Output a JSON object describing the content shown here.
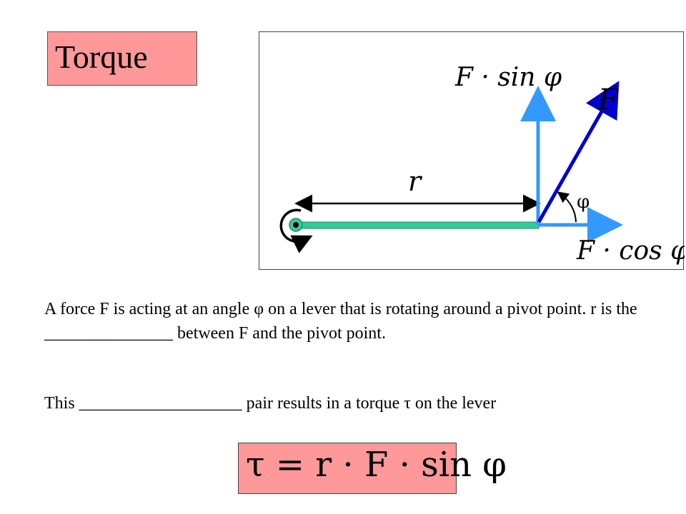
{
  "slide": {
    "title": "Torque",
    "diagram": {
      "labels": {
        "f_sin": "F · sin φ",
        "f": "F",
        "r": "r",
        "phi": "φ",
        "f_cos": "F · cos φ"
      },
      "colors": {
        "lever": "#33cc99",
        "component_arrow": "#3399ff",
        "force_arrow": "#0000cc",
        "pivot_ring": "#33cc99"
      }
    },
    "paragraphs": {
      "p1": "A force F is acting at an angle φ on a lever that is rotating around a pivot point. r is the _______________ between F and the pivot point.",
      "p2": "This ___________________ pair results in a torque τ on the lever"
    },
    "formula": "τ = r · F · sin φ",
    "colors": {
      "title_bg": "#ff9999",
      "formula_bg": "#ff9999"
    }
  }
}
